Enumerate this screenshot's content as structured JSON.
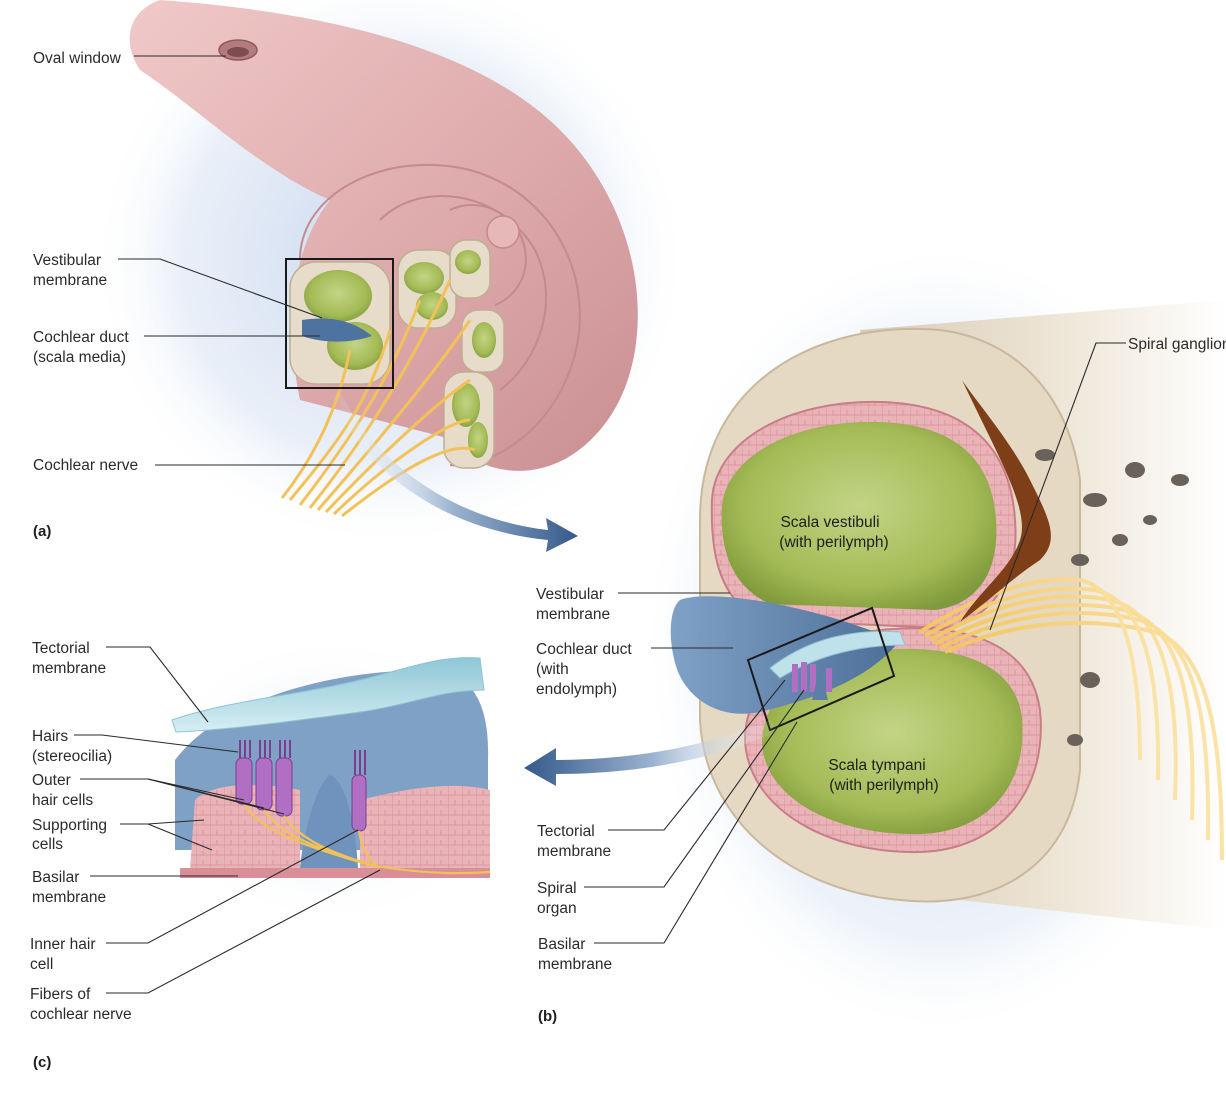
{
  "panel_a": {
    "tag": "(a)",
    "labels": {
      "oval_window": "Oval window",
      "vestibular_membrane": [
        "Vestibular",
        "membrane"
      ],
      "cochlear_duct": [
        "Cochlear duct",
        "(scala media)"
      ],
      "cochlear_nerve": "Cochlear nerve"
    }
  },
  "panel_b": {
    "tag": "(b)",
    "labels": {
      "spiral_ganglion": "Spiral ganglion",
      "scala_vestibuli": [
        "Scala vestibuli",
        "(with perilymph)"
      ],
      "scala_tympani": [
        "Scala tympani",
        "(with perilymph)"
      ],
      "vestibular_membrane": [
        "Vestibular",
        "membrane"
      ],
      "cochlear_duct": [
        "Cochlear duct",
        "(with",
        "endolymph)"
      ],
      "tectorial_membrane": [
        "Tectorial",
        "membrane"
      ],
      "spiral_organ": [
        "Spiral",
        "organ"
      ],
      "basilar_membrane": [
        "Basilar",
        "membrane"
      ]
    }
  },
  "panel_c": {
    "tag": "(c)",
    "labels": {
      "tectorial_membrane": [
        "Tectorial",
        "membrane"
      ],
      "hairs": [
        "Hairs",
        "(stereocilia)"
      ],
      "outer_hair_cells": [
        "Outer",
        "hair cells"
      ],
      "supporting_cells": [
        "Supporting",
        "cells"
      ],
      "basilar_membrane": [
        "Basilar",
        "membrane"
      ],
      "inner_hair_cell": [
        "Inner hair",
        "cell"
      ],
      "fibers_cochlear_nerve": [
        "Fibers of",
        "cochlear nerve"
      ]
    }
  },
  "colors": {
    "cochlea_pink": "#dba7a9",
    "bone": "#e6dccb",
    "scala_green": "#a9c05a",
    "duct_blue": "#5b7fa8",
    "nerve_yellow": "#f1c25a",
    "hair_cell_purple": "#b06fc2",
    "background_blue": "#c9d8ec",
    "arrow_blue": "#3f6593"
  }
}
